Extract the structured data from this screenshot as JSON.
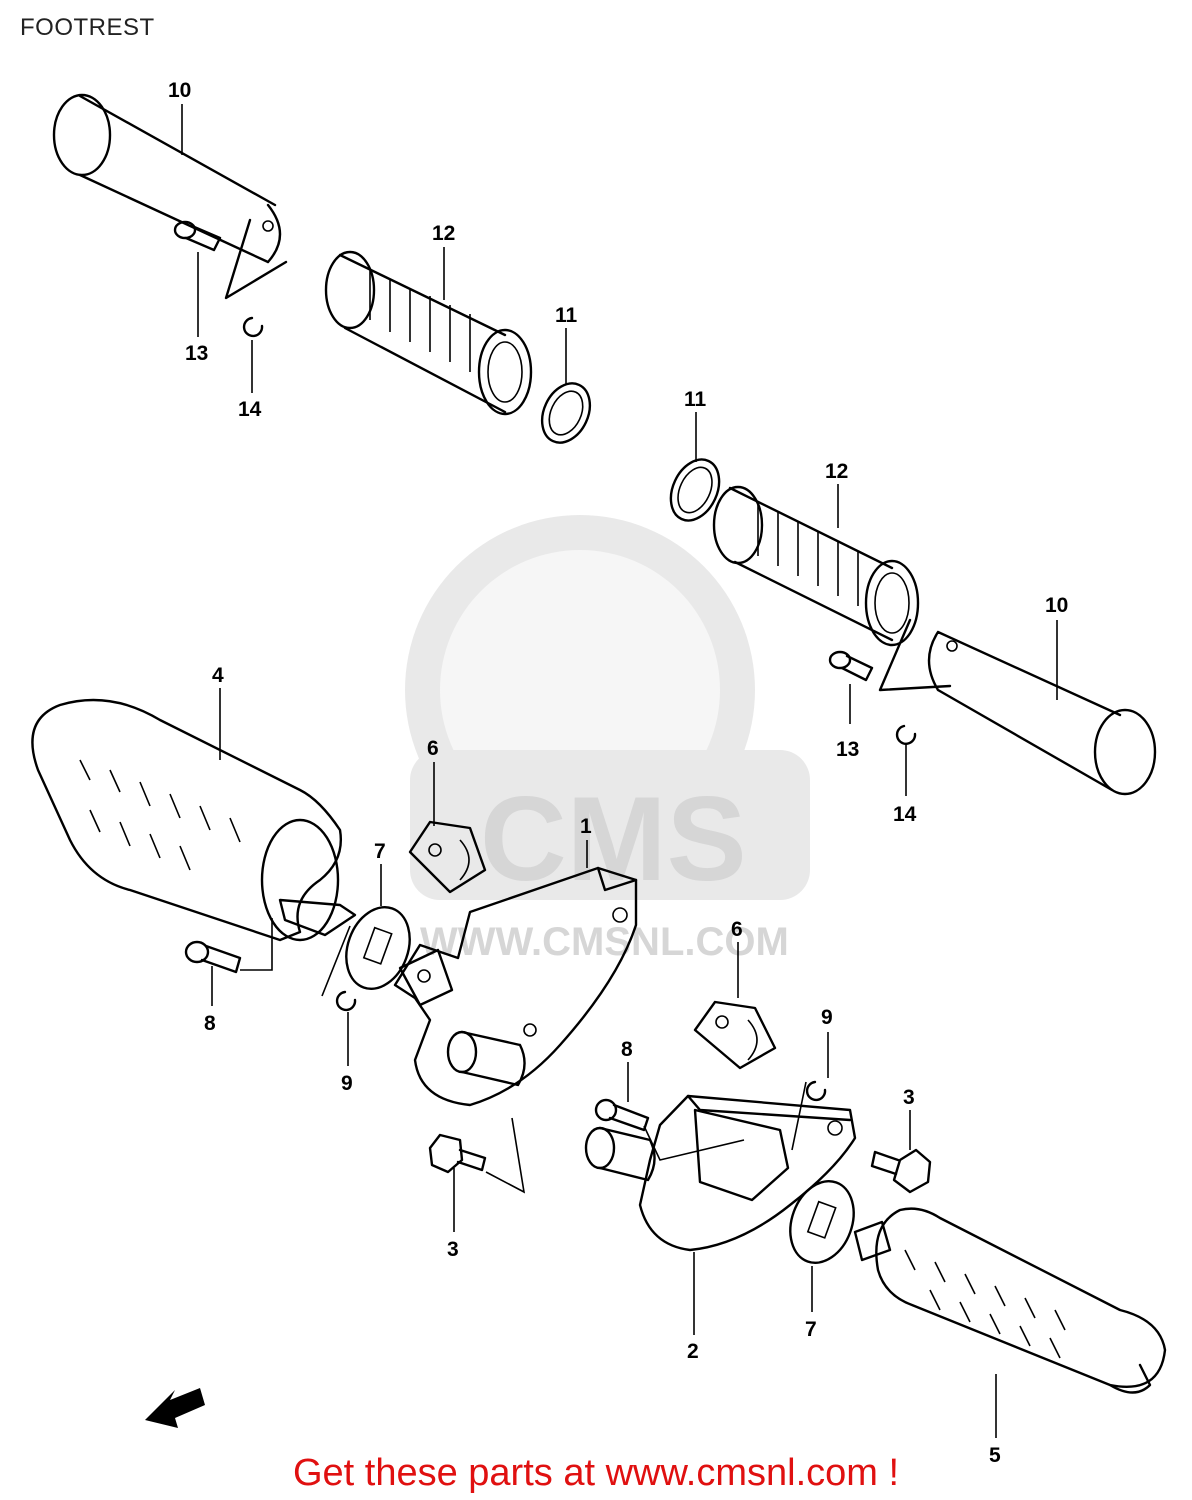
{
  "title": "FOOTREST",
  "watermark": {
    "logo": "CMS",
    "url": "WWW.CMSNL.COM"
  },
  "callouts": {
    "c10a": "10",
    "c12a": "12",
    "c11a": "11",
    "c13a": "13",
    "c14a": "14",
    "c11b": "11",
    "c12b": "12",
    "c10b": "10",
    "c13b": "13",
    "c14b": "14",
    "c4": "4",
    "c6a": "6",
    "c1": "1",
    "c7a": "7",
    "c8a": "8",
    "c9a": "9",
    "c3a": "3",
    "c6b": "6",
    "c9b": "9",
    "c8b": "8",
    "c3b": "3",
    "c2": "2",
    "c7b": "7",
    "c5": "5"
  },
  "footer": "Get these parts at www.cmsnl.com !"
}
